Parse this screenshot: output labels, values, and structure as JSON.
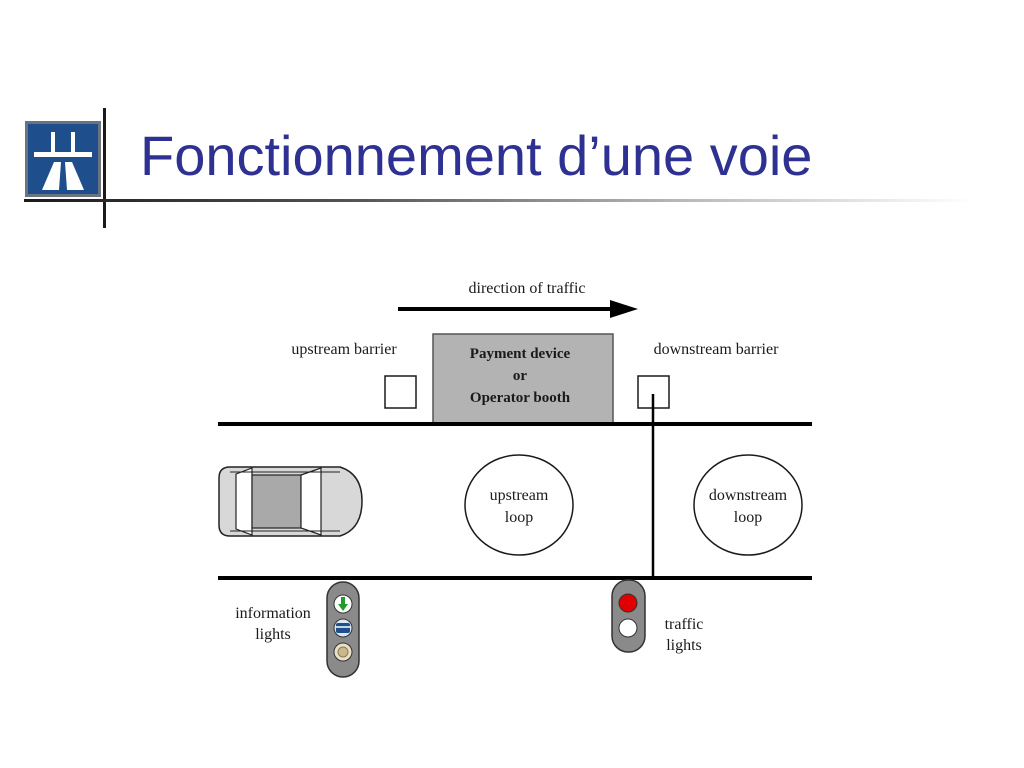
{
  "slide": {
    "title": "Fonctionnement d’une voie"
  },
  "diagram": {
    "direction_label": "direction of traffic",
    "upstream_barrier": "upstream barrier",
    "downstream_barrier": "downstream barrier",
    "booth_lines": [
      "Payment device",
      "or",
      "Operator booth"
    ],
    "upstream_loop_lines": [
      "upstream",
      "loop"
    ],
    "downstream_loop_lines": [
      "downstream",
      "loop"
    ],
    "information_lights_lines": [
      "information",
      "lights"
    ],
    "traffic_lights_lines": [
      "traffic",
      "lights"
    ]
  },
  "colors": {
    "title": "#2e3192",
    "logo_bg": "#1f4e8c",
    "booth_fill": "#b3b3b3",
    "red_light": "#e00000",
    "green_arrow": "#1f9c2a",
    "signal_body": "#8a8a8a"
  },
  "icons": {
    "logo": "motorway-sign-icon",
    "car": "car-top-view-icon",
    "arrow": "arrow-right-icon",
    "info_light_top": "green-down-arrow-icon",
    "info_light_middle": "payment-card-icon",
    "info_light_bottom": "coin-icon"
  }
}
